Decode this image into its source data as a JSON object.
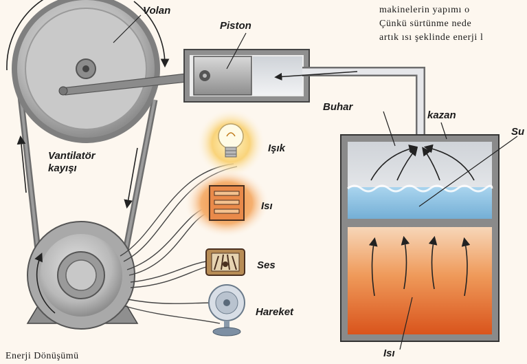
{
  "top_text": {
    "line1": "makinelerin yapımı o",
    "line2": "Çünkü sürtünme nede",
    "line3": "artık ısı şeklinde enerji l"
  },
  "labels": {
    "flywheel": "Volan",
    "piston": "Piston",
    "steam": "Buhar",
    "boiler": "kazan",
    "water": "Su",
    "fan_belt": "Vantilatör kayışı",
    "light": "Işık",
    "heat_device": "Isı",
    "sound": "Ses",
    "motion": "Hareket",
    "heat_source": "Isı"
  },
  "caption": "Enerji Dönüşümü",
  "colors": {
    "background": "#fdf7ef",
    "metal": "#9a9a9a",
    "water": "#8fc4e4",
    "fire": "#e9823c",
    "glow": "#f6b04e"
  }
}
